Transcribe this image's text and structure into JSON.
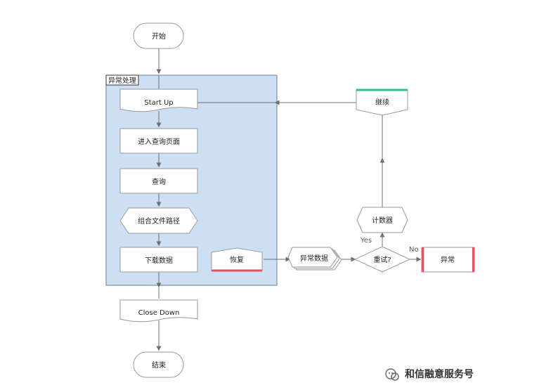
{
  "flowchart": {
    "group_title": "异常处理",
    "nodes": {
      "start": "开始",
      "start_up": "Start Up",
      "enter_query_page": "进入查询页面",
      "query": "查询",
      "combine_path": "组合文件路径",
      "download": "下载数据",
      "close_down": "Close Down",
      "end": "结束",
      "recover": "恢复",
      "exception_data": "异常数据",
      "retry": "重试?",
      "exception": "异常",
      "counter": "计数器",
      "continue": "继续"
    },
    "edge_labels": {
      "yes": "Yes",
      "no": "No"
    }
  },
  "watermark": {
    "text": "和信融意服务号",
    "icon": "wechat-official-account-icon"
  },
  "colors": {
    "group_fill": "#cddff3",
    "group_border": "#6b7f99",
    "node_border": "#9a9a9a",
    "connector": "#6f6f6f",
    "recover_accent": "#e8505b",
    "continue_accent": "#2fbf8a",
    "exception_accent": "#e8505b"
  }
}
